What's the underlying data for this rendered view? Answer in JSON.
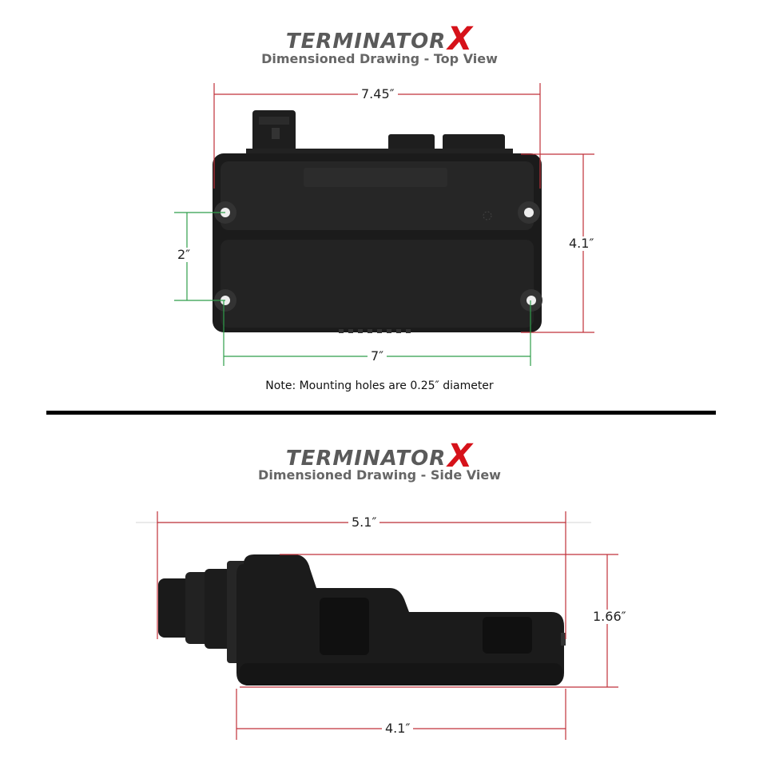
{
  "top_view": {
    "brand": "TERMINATOR",
    "brand_x": "X",
    "title": "Dimensioned Drawing - Top View",
    "width_label": "7.45″",
    "height_label": "4.1″",
    "hole_vertical_label": "2″",
    "hole_horizontal_label": "7″",
    "note": "Note: Mounting holes are 0.25″ diameter"
  },
  "side_view": {
    "brand": "TERMINATOR",
    "brand_x": "X",
    "title": "Dimensioned Drawing - Side View",
    "length_label": "5.1″",
    "height_label": "1.66″",
    "base_label": "4.1″"
  },
  "colors": {
    "dimension_red": "#c0313a",
    "dimension_green": "#2e9e4a",
    "body": "#1b1b1b",
    "divider": "#000000",
    "brand_gray": "#5a5a5a",
    "brand_red": "#d6121a"
  }
}
